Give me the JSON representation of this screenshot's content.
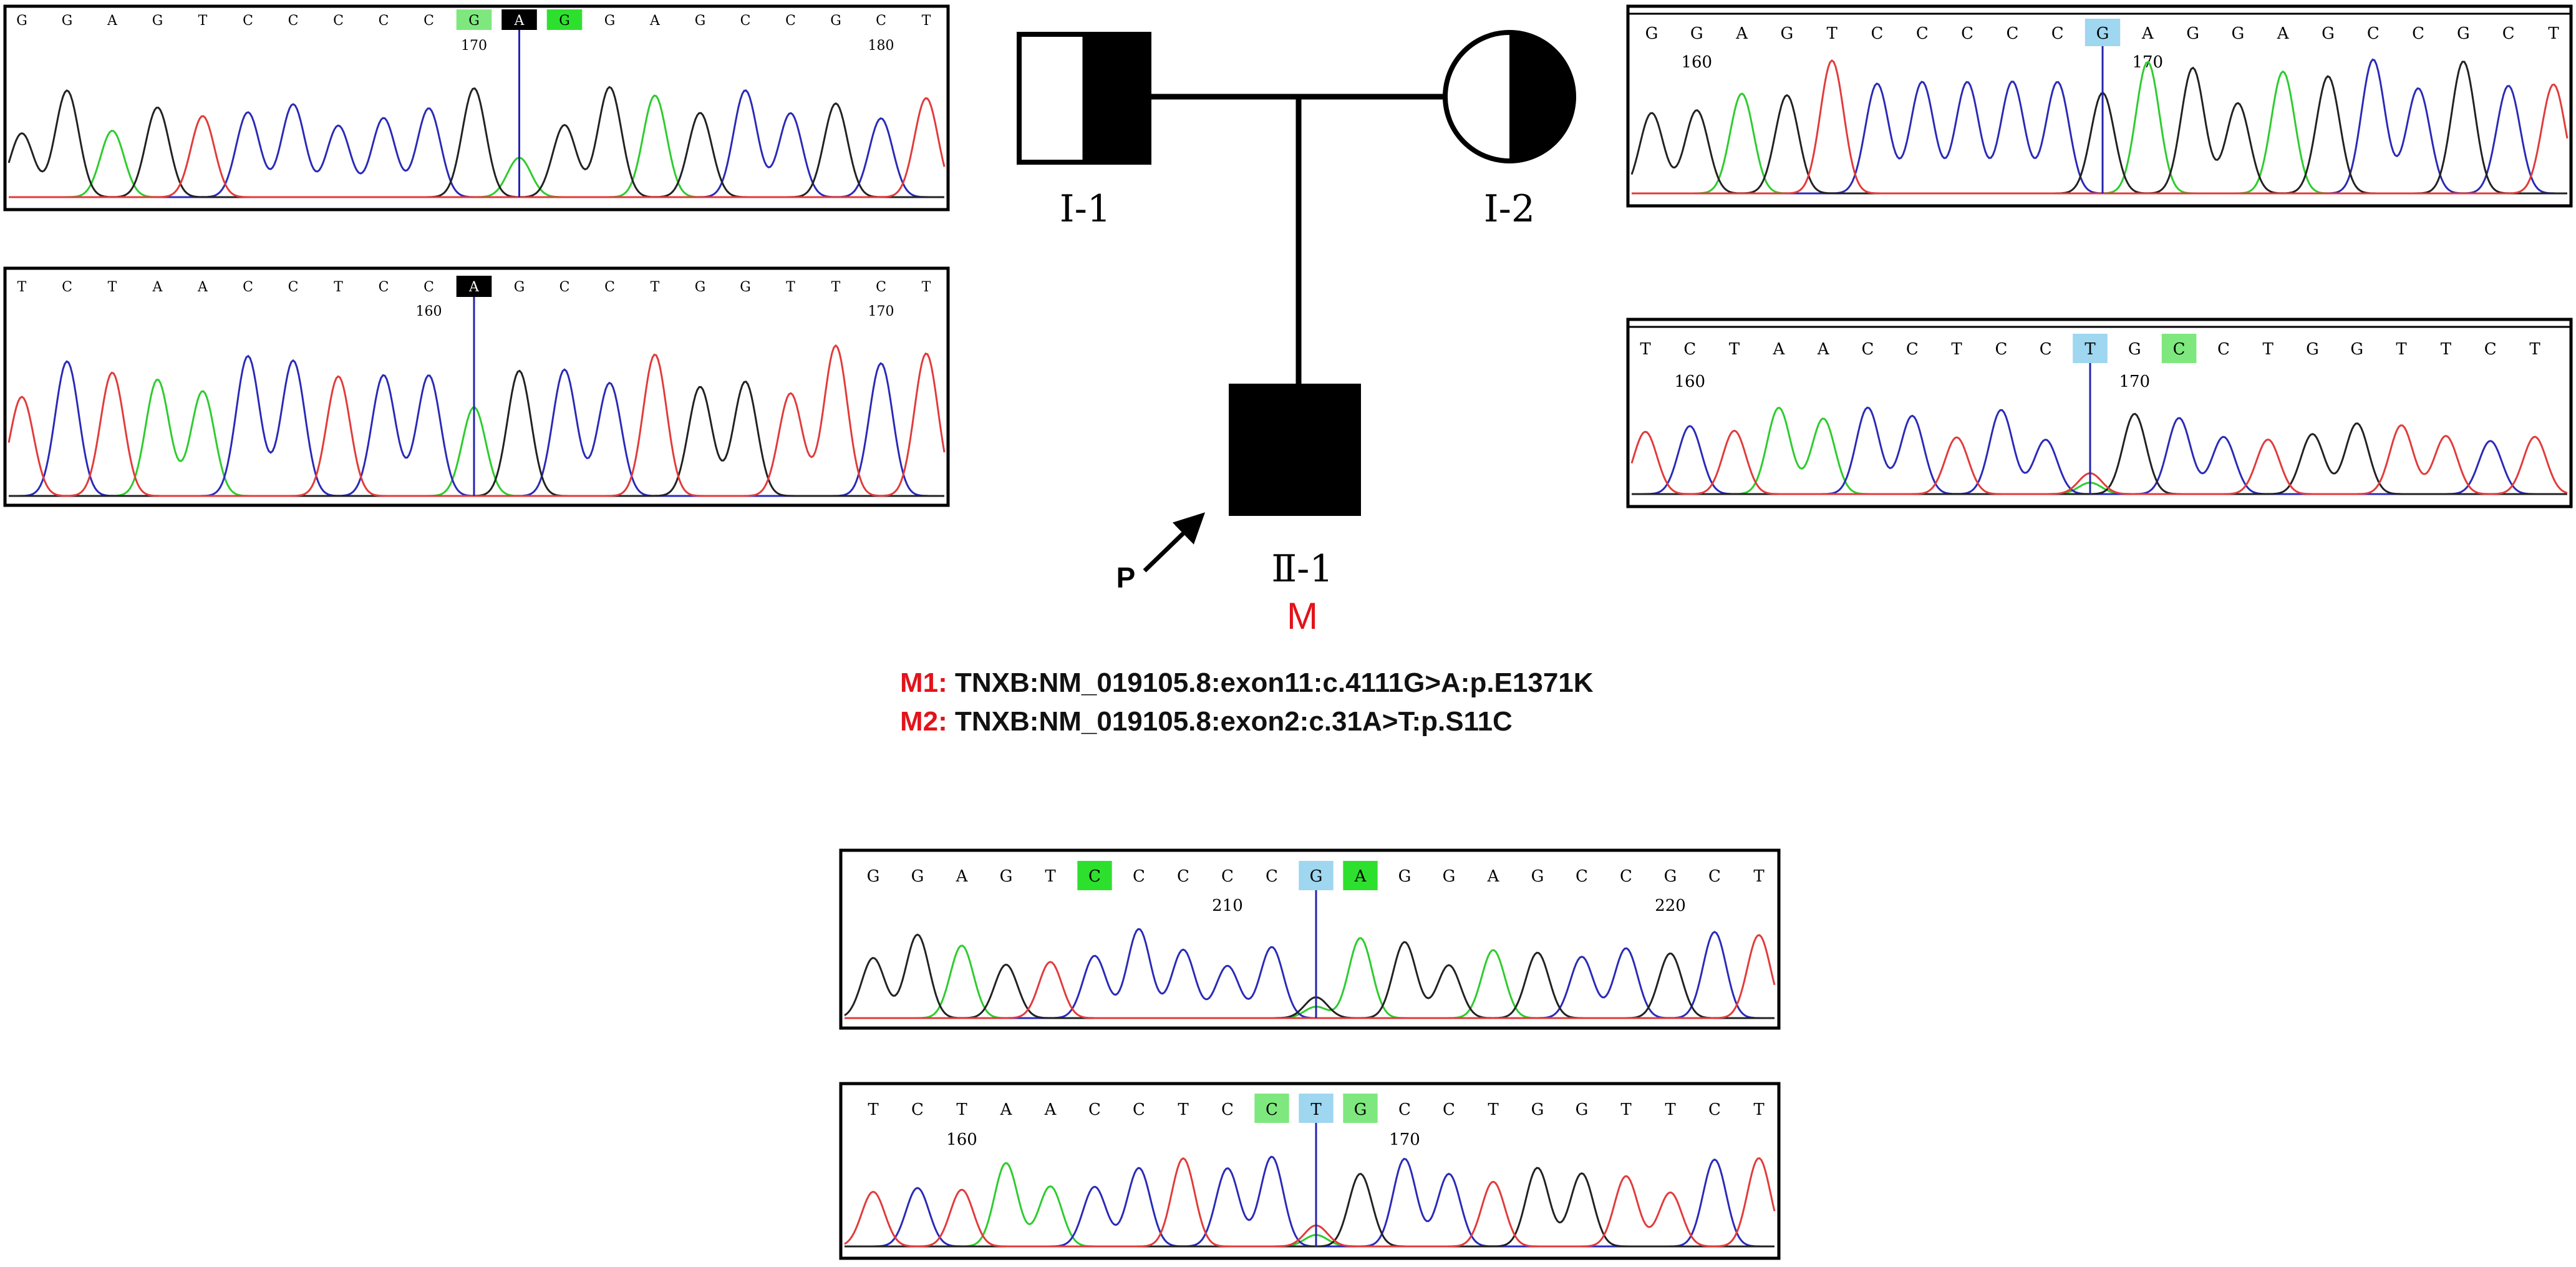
{
  "colors": {
    "A": "#2dcc2d",
    "C": "#2a2ab8",
    "G": "#222222",
    "T": "#e23b3b",
    "hl_blue": "#9fd6f0",
    "hl_green": "#7ee87e",
    "hl_green_strong": "#2ee02e",
    "hl_black": "#000000",
    "mut_red": "#e3131b"
  },
  "pedigree": {
    "father": {
      "label": "Ⅰ-1",
      "shape": "square",
      "status": "half-filled-right"
    },
    "mother": {
      "label": "Ⅰ-2",
      "shape": "circle",
      "status": "half-filled-right"
    },
    "proband": {
      "label": "Ⅱ-1",
      "shape": "square",
      "status": "affected",
      "marker": "M",
      "arrow_label": "P"
    }
  },
  "mutations": [
    {
      "label": "M1:",
      "text": "TNXB:NM_019105.8:exon11:c.4111G>A:p.E1371K"
    },
    {
      "label": "M2:",
      "text": "TNXB:NM_019105.8:exon2:c.31A>T:p.S11C"
    }
  ],
  "chromatograms": [
    {
      "id": "father-m1",
      "sequence": "GGAGTCCCCCGAGGAGCCGCT",
      "highlights": [
        {
          "i": 10,
          "c": "hl_green"
        },
        {
          "i": 11,
          "c": "hl_black"
        },
        {
          "i": 12,
          "c": "hl_green_strong"
        }
      ],
      "cursor": 11,
      "numbers": [
        {
          "i": 10,
          "text": "170"
        },
        {
          "i": 19,
          "text": "180"
        }
      ],
      "het": [
        [
          11,
          "A"
        ]
      ],
      "font": 22
    },
    {
      "id": "father-m2",
      "sequence": "TCTAACCTCCAGCCTGGTTCT",
      "highlights": [
        {
          "i": 10,
          "c": "hl_black"
        }
      ],
      "cursor": 10,
      "numbers": [
        {
          "i": 9,
          "text": "160"
        },
        {
          "i": 19,
          "text": "170"
        }
      ],
      "het": [],
      "font": 22
    },
    {
      "id": "mother-m1",
      "sequence": "GGAGTCCCCCGAGGAGCCGCT",
      "highlights": [
        {
          "i": 10,
          "c": "hl_blue"
        }
      ],
      "cursor": 10,
      "numbers": [
        {
          "i": 1,
          "text": "160"
        },
        {
          "i": 11,
          "text": "170"
        }
      ],
      "het": [],
      "font": 26
    },
    {
      "id": "mother-m2",
      "sequence": "TCTAACCTCCTGCCTGGTTCT",
      "highlights": [
        {
          "i": 10,
          "c": "hl_blue"
        },
        {
          "i": 12,
          "c": "hl_green"
        }
      ],
      "cursor": 10,
      "numbers": [
        {
          "i": 1,
          "text": "160"
        },
        {
          "i": 11,
          "text": "170"
        }
      ],
      "het": [
        [
          10,
          "A"
        ]
      ],
      "font": 26
    },
    {
      "id": "proband-m1",
      "sequence": "GGAGTCCCCCGAGGAGCCGCT",
      "highlights": [
        {
          "i": 5,
          "c": "hl_green_strong"
        },
        {
          "i": 10,
          "c": "hl_blue"
        },
        {
          "i": 11,
          "c": "hl_green_strong"
        }
      ],
      "cursor": 10,
      "numbers": [
        {
          "i": 8,
          "text": "210"
        },
        {
          "i": 18,
          "text": "220"
        }
      ],
      "het": [
        [
          10,
          "A"
        ]
      ],
      "font": 26
    },
    {
      "id": "proband-m2",
      "sequence": "TCTAACCTCCTGCCTGGTTCT",
      "highlights": [
        {
          "i": 9,
          "c": "hl_green"
        },
        {
          "i": 10,
          "c": "hl_blue"
        },
        {
          "i": 11,
          "c": "hl_green"
        }
      ],
      "cursor": 10,
      "numbers": [
        {
          "i": 2,
          "text": "160"
        },
        {
          "i": 12,
          "text": "170"
        }
      ],
      "het": [
        [
          10,
          "A"
        ]
      ],
      "font": 26
    }
  ]
}
